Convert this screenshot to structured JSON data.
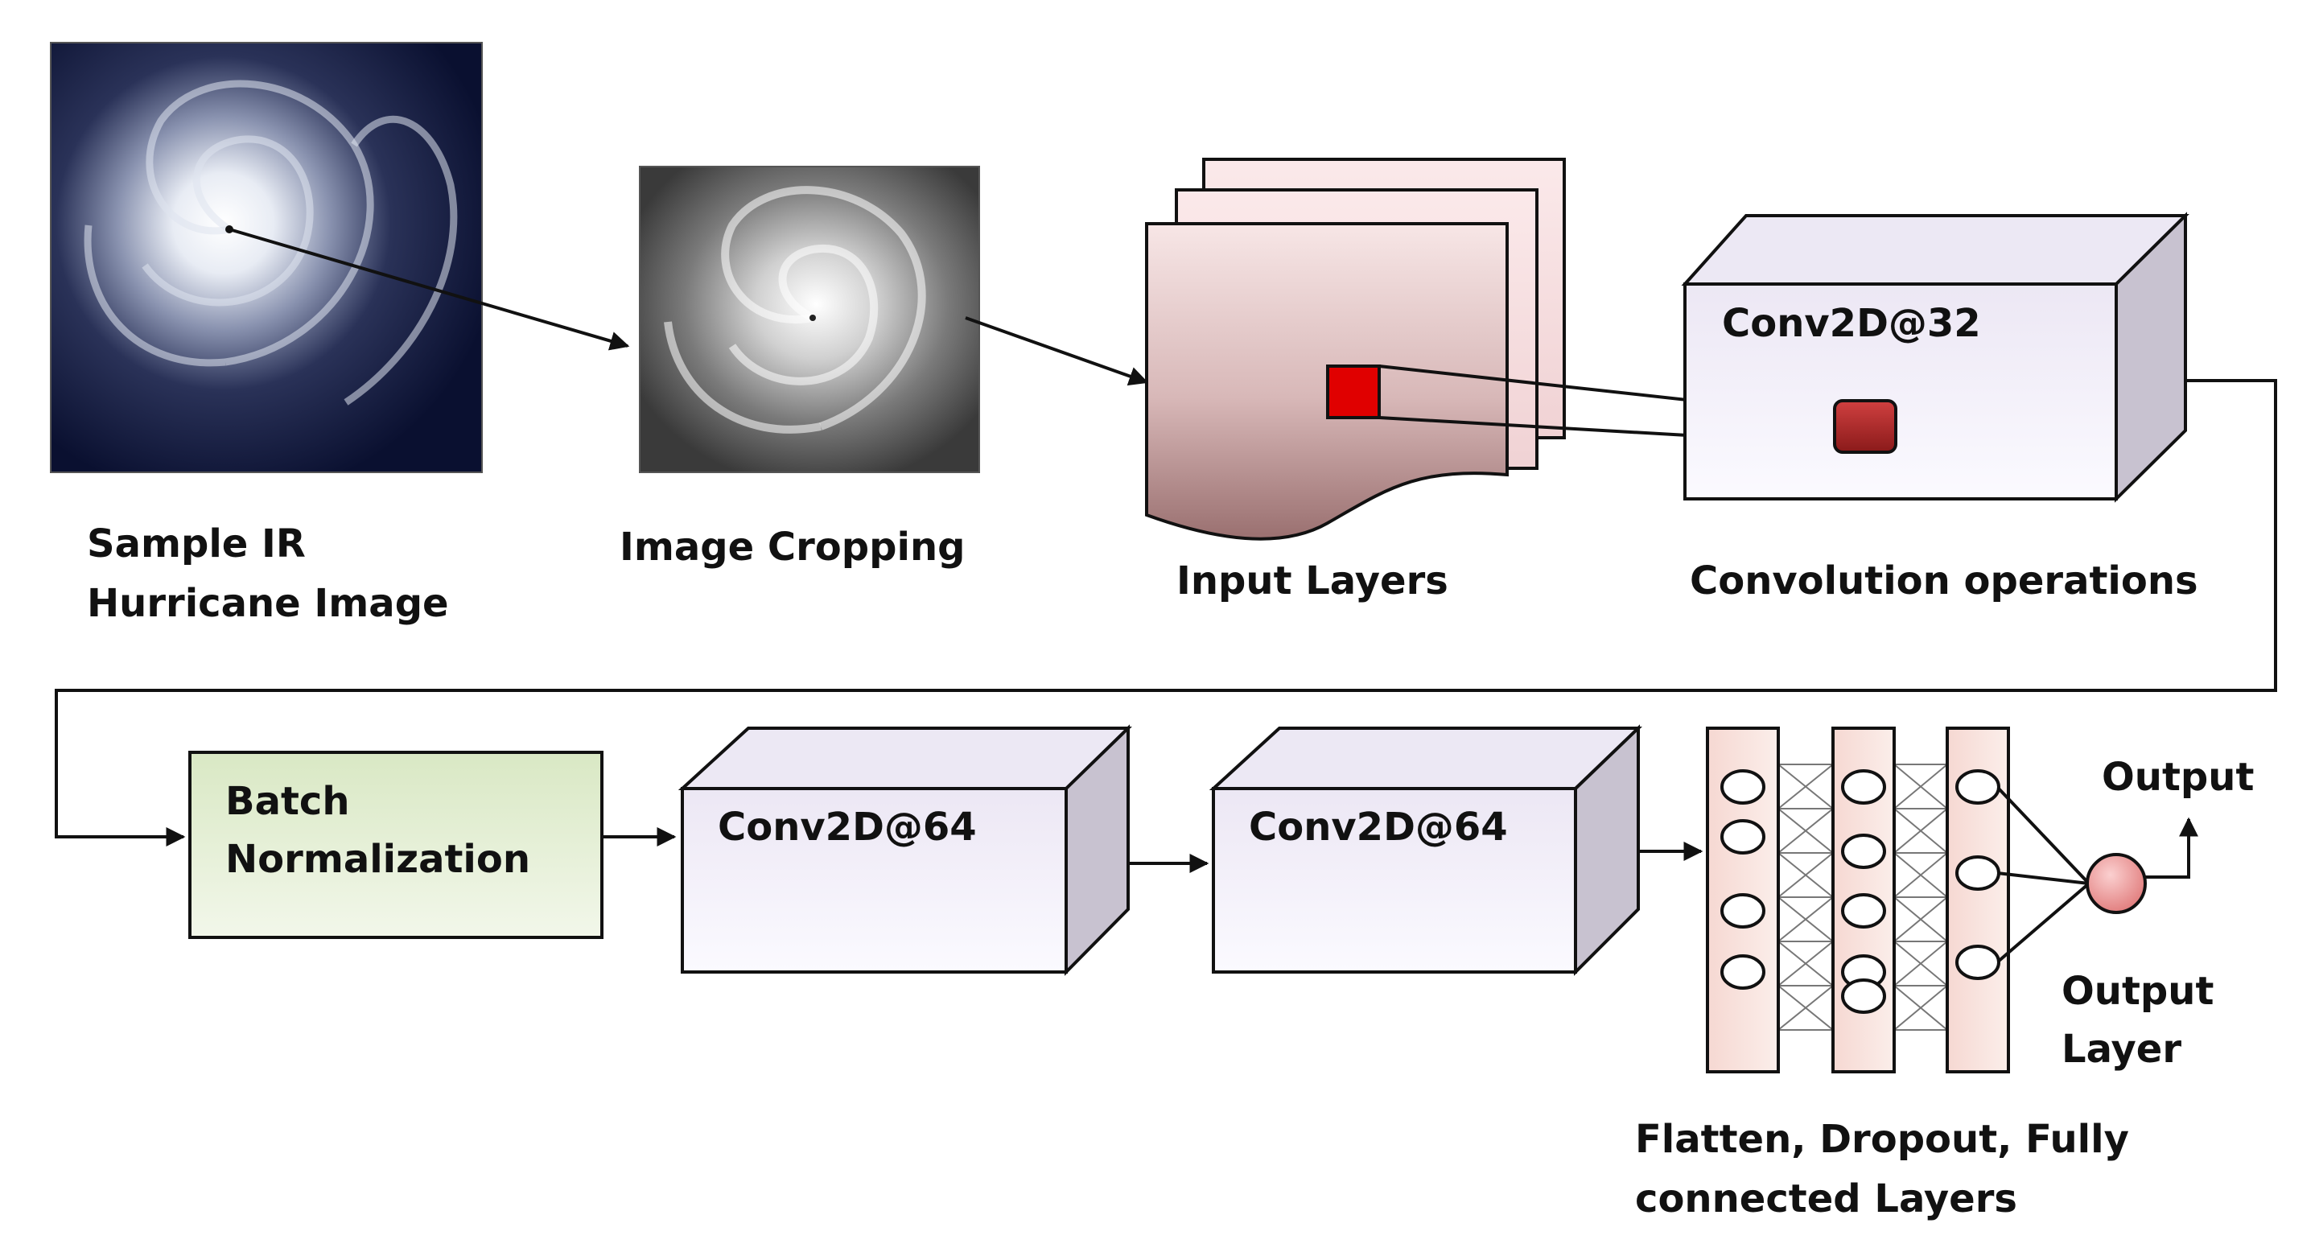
{
  "labels": {
    "sample_image_line1": "Sample IR",
    "sample_image_line2": "Hurricane Image",
    "cropping": "Image Cropping",
    "input_layers": "Input Layers",
    "conv_ops": "Convolution operations",
    "conv32": "Conv2D@32",
    "batch_line1": "Batch",
    "batch_line2": "Normalization",
    "conv64_a": "Conv2D@64",
    "conv64_b": "Conv2D@64",
    "output_top": "Output",
    "output_layer_line1": "Output",
    "output_layer_line2": "Layer",
    "dense_line1": "Flatten, Dropout, Fully",
    "dense_line2": "connected Layers"
  },
  "colors": {
    "line": "#111111",
    "batch_fill": "#e6f0d4",
    "box_front": "#f5f1fb",
    "box_top": "#ece8f4",
    "box_side": "#c5c0cc",
    "input_page": "#f4dfe0",
    "kernel": "#e00000",
    "feature": "#b83030",
    "output_node": "#f0a0a0",
    "satellite_bg": "#0a1030",
    "cropped_bg": "#4a4a4a"
  },
  "dense": {
    "column_node_counts": [
      4,
      5,
      3
    ]
  }
}
